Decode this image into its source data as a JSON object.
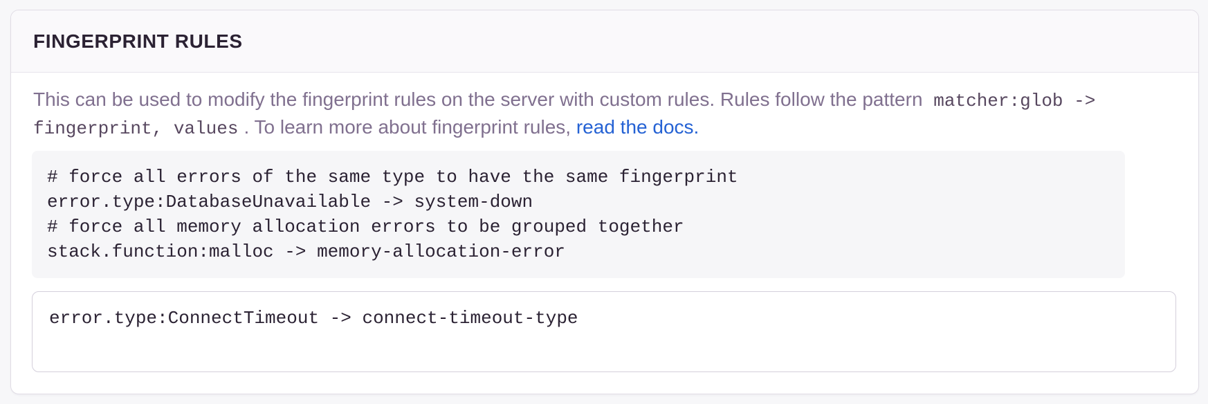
{
  "panel": {
    "title": "FINGERPRINT RULES",
    "description": {
      "text_before_code": "This can be used to modify the fingerprint rules on the server with custom rules. Rules follow the pattern ",
      "inline_code": "matcher:glob -> fingerprint, values",
      "text_after_code": ". To learn more about fingerprint rules, ",
      "link_label": "read the docs",
      "after_link": "."
    },
    "code_example": "# force all errors of the same type to have the same fingerprint\nerror.type:DatabaseUnavailable -> system-down\n# force all memory allocation errors to be grouped together\nstack.function:malloc -> memory-allocation-error",
    "rules_input": {
      "value": "error.type:ConnectTimeout -> connect-timeout-type"
    }
  },
  "colors": {
    "link_blue": "#2562d4",
    "heading_text": "#2b2233",
    "body_text": "#80708f",
    "panel_border": "#e0dce5",
    "header_background": "#faf9fb",
    "code_block_background": "#f6f6f8",
    "textarea_border": "#d4cfdb",
    "page_background": "#f7f7f9"
  }
}
